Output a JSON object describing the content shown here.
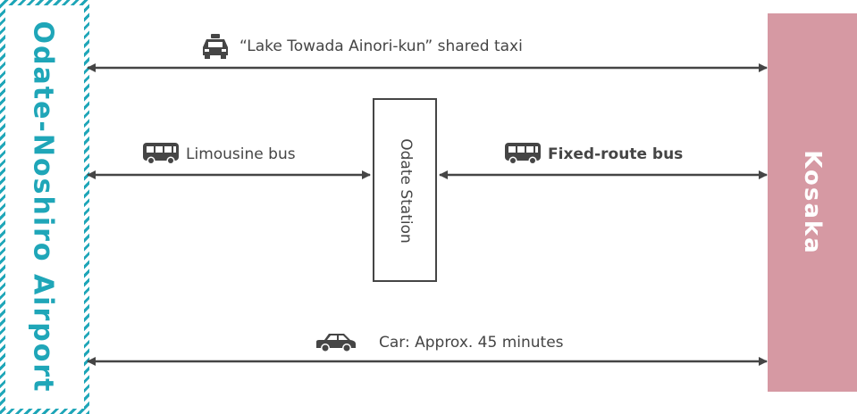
{
  "endpoints": {
    "origin": "Odate-Noshiro Airport",
    "destination": "Kosaka",
    "transfer": "Odate Station"
  },
  "routes": {
    "taxi": {
      "label": "“Lake Towada Ainori-kun” shared taxi",
      "icon": "taxi-icon"
    },
    "limousine": {
      "label": "Limousine bus",
      "icon": "bus-icon"
    },
    "fixed": {
      "label": "Fixed-route bus",
      "icon": "bus-icon"
    },
    "car": {
      "label": "Car: Approx. 45 minutes",
      "icon": "car-icon"
    }
  },
  "colors": {
    "airport": "#1fa6b8",
    "kosaka": "#d699a3",
    "text": "#454545"
  }
}
